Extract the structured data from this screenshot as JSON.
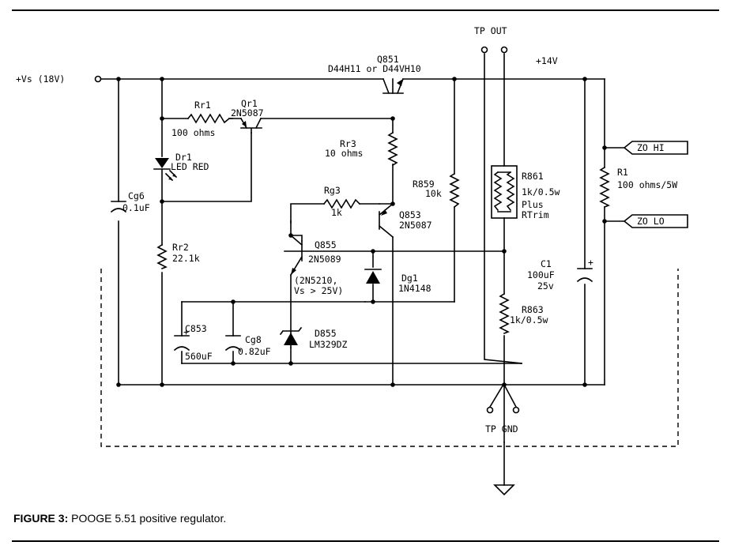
{
  "caption": {
    "figure_label": "FIGURE 3:",
    "text": " POOGE 5.51 positive regulator."
  },
  "labels": {
    "vs_in": "+Vs (18V)",
    "v14": "+14V",
    "tp_out": "TP OUT",
    "tp_gnd": "TP GND",
    "q851": "Q851",
    "q851_part": "D44H11 or D44VH10",
    "rr1": "Rr1",
    "rr1_val": "100 ohms",
    "qr1": "Qr1",
    "qr1_part": "2N5087",
    "dr1": "Dr1",
    "dr1_part": "LED RED",
    "rr3": "Rr3",
    "rr3_val": "10 ohms",
    "r859": "R859",
    "r859_val": "10k",
    "r861": "R861",
    "r861_val": "1k/0.5w",
    "r861_note1": "Plus",
    "r861_note2": "RTrim",
    "r1": "R1",
    "r1_val": "100 ohms/5W",
    "zo_hi": "ZO HI",
    "zo_lo": "ZO LO",
    "cg6": "Cg6",
    "cg6_val": "0.1uF",
    "rg3": "Rg3",
    "rg3_val": "1k",
    "q853": "Q853",
    "q853_part": "2N5087",
    "q855": "Q855",
    "q855_part": "2N5089",
    "alt1": "(2N5210,",
    "alt2": "Vs > 25V)",
    "dg1": "Dg1",
    "dg1_part": "1N4148",
    "rr2": "Rr2",
    "rr2_val": "22.1k",
    "c1": "C1",
    "c1_val": "100uF",
    "c1_volt": "25v",
    "r863": "R863",
    "r863_val": "1k/0.5w",
    "c853": "C853",
    "c853_val": "560uF",
    "cg8": "Cg8",
    "cg8_val": "0.82uF",
    "d855": "D855",
    "d855_part": "LM329DZ"
  }
}
